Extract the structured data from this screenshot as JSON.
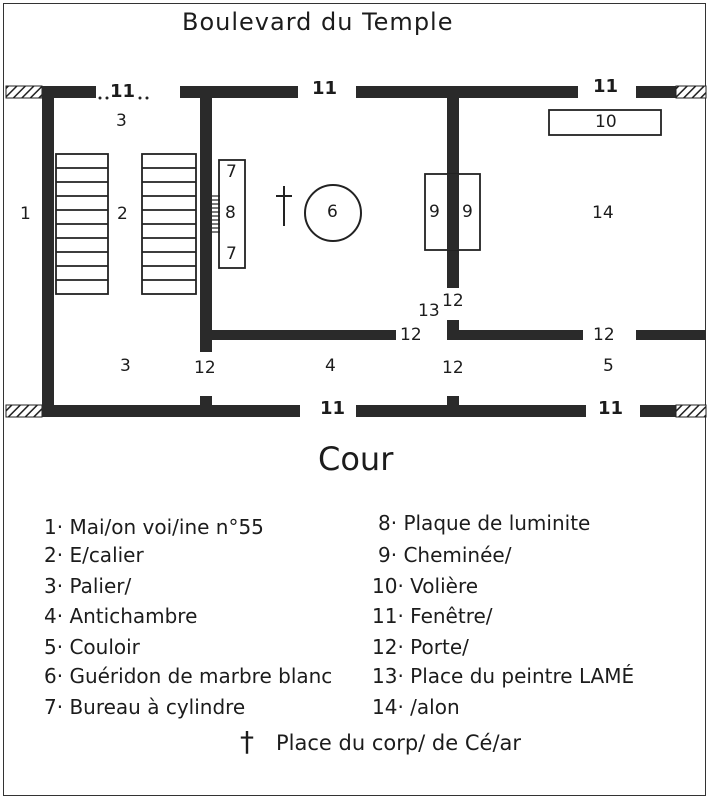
{
  "title": "Boulevard du Temple",
  "courtyard": "Cour",
  "plan_labels": {
    "window": "11",
    "landing": "3",
    "house": "1",
    "stairs": "2",
    "desk": "7",
    "plate": "8",
    "table": "6",
    "chimney": "9",
    "aviary": "10",
    "salon": "14",
    "painter": "13",
    "door": "12",
    "antechamber": "4",
    "corridor": "5"
  },
  "legend": {
    "left": [
      "1· Mai/on voi/ine n°55",
      "2· E/calier",
      "3· Palier/",
      "4· Antichambre",
      "5· Couloir",
      "6· Guéridon de marbre blanc",
      "7· Bureau à cylindre"
    ],
    "right": [
      "8· Plaque de luminite",
      "9· Cheminée/",
      "10· Volière",
      "11· Fenêtre/",
      "12· Porte/",
      "13· Place du peintre LAMÉ",
      "14· /alon"
    ],
    "cross_symbol": "†",
    "cross_note": "Place du corp/ de Cé/ar"
  }
}
